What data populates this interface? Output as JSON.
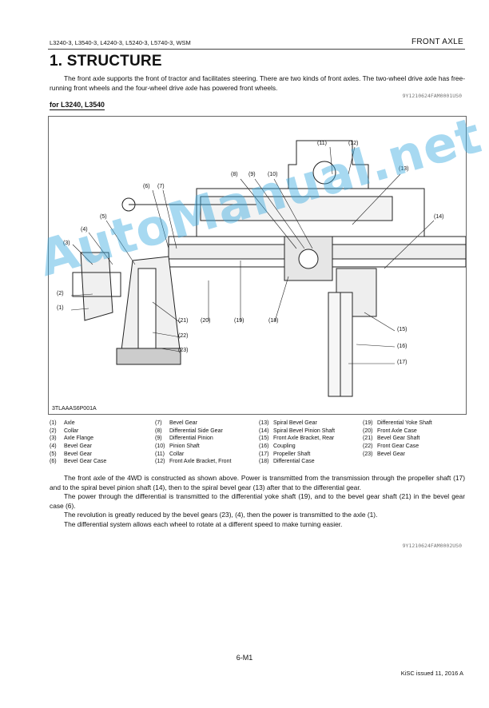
{
  "header": {
    "models": "L3240-3, L3540-3, L4240-3, L5240-3, L5740-3, WSM",
    "section": "FRONT AXLE"
  },
  "title": "1.  STRUCTURE",
  "intro": "The front axle supports the front of tractor and facilitates steering. There are two kinds of front axles. The two-wheel drive axle has free-running front wheels and the four-wheel drive axle has powered front wheels.",
  "intro_code": "9Y1210624FAM0001US0",
  "subhead": "for L3240, L3540",
  "figure": {
    "code": "3TLAAAS6P001A",
    "callouts": [
      "(1)",
      "(2)",
      "(3)",
      "(4)",
      "(5)",
      "(6)",
      "(7)",
      "(8)",
      "(9)",
      "(10)",
      "(11)",
      "(12)",
      "(13)",
      "(14)",
      "(15)",
      "(16)",
      "(17)",
      "(18)",
      "(19)",
      "(20)",
      "(21)",
      "(22)",
      "(23)"
    ]
  },
  "legend": [
    [
      {
        "n": "(1)",
        "t": "Axle"
      },
      {
        "n": "(2)",
        "t": "Collar"
      },
      {
        "n": "(3)",
        "t": "Axle Flange"
      },
      {
        "n": "(4)",
        "t": "Bevel Gear"
      },
      {
        "n": "(5)",
        "t": "Bevel Gear"
      },
      {
        "n": "(6)",
        "t": "Bevel Gear Case"
      }
    ],
    [
      {
        "n": "(7)",
        "t": "Bevel Gear"
      },
      {
        "n": "(8)",
        "t": "Differential Side Gear"
      },
      {
        "n": "(9)",
        "t": "Differential Pinion"
      },
      {
        "n": "(10)",
        "t": "Pinion Shaft"
      },
      {
        "n": "(11)",
        "t": "Collar"
      },
      {
        "n": "(12)",
        "t": "Front Axle Bracket, Front"
      }
    ],
    [
      {
        "n": "(13)",
        "t": "Spiral Bevel Gear"
      },
      {
        "n": "(14)",
        "t": "Spiral Bevel Pinion Shaft"
      },
      {
        "n": "(15)",
        "t": "Front Axle Bracket, Rear"
      },
      {
        "n": "(16)",
        "t": "Coupling"
      },
      {
        "n": "(17)",
        "t": "Propeller Shaft"
      },
      {
        "n": "(18)",
        "t": "Differential Case"
      }
    ],
    [
      {
        "n": "(19)",
        "t": "Differential Yoke Shaft"
      },
      {
        "n": "(20)",
        "t": "Front Axle Case"
      },
      {
        "n": "(21)",
        "t": "Bevel Gear Shaft"
      },
      {
        "n": "(22)",
        "t": "Front Gear Case"
      },
      {
        "n": "(23)",
        "t": "Bevel Gear"
      }
    ]
  ],
  "body": [
    "The front axle of the 4WD is constructed as shown above. Power is transmitted from the transmission through the propeller shaft (17) and to the spiral bevel pinion shaft (14), then to the spiral bevel gear (13) after that to the differential gear.",
    "The power through the differential is transmitted to the differential yoke shaft (19), and to the bevel gear shaft (21) in the bevel gear case (6).",
    "The revolution is greatly reduced by the bevel gears (23), (4), then the power is transmitted to the axle (1).",
    "The differential system allows each wheel to rotate at a different speed to make turning easier."
  ],
  "body_code": "9Y1210624FAM0002US0",
  "page_number": "6-M1",
  "footer": "KiSC issued 11, 2016 A",
  "watermark": "AutoManual.net"
}
